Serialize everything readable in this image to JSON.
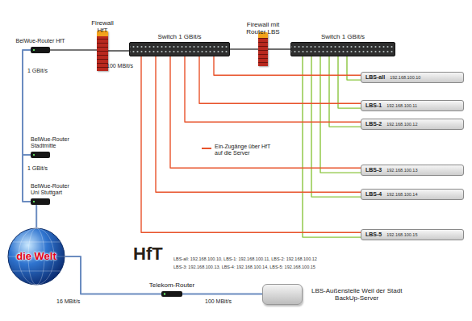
{
  "diagram": {
    "nodes": [
      {
        "text": [
          "HfT"
        ]
      },
      {
        "text": [
          "BelWue-Router HfT"
        ],
        "in": 0
      },
      {
        "text": [
          "Firewall HfT"
        ],
        "in": 0
      },
      {
        "text": [
          "Switch 1 GBit/s"
        ],
        "in": 0
      },
      {
        "text": [
          "Firewall mit Router LBS"
        ],
        "in": 0
      },
      {
        "text": [
          "Switch 1 GBit/s"
        ],
        "in": 0
      },
      {
        "text": [
          "LBS-all",
          "192.168.100.10"
        ],
        "in": 0
      },
      {
        "text": [
          "LBS-1",
          "192.168.100.11"
        ],
        "in": 0
      },
      {
        "text": [
          "LBS-2",
          "192.168.100.12"
        ],
        "in": 0
      },
      {
        "text": [
          "LBS-3",
          "192.168.100.13"
        ],
        "in": 0
      },
      {
        "text": [
          "LBS-4",
          "192.168.100.14"
        ],
        "in": 0
      },
      {
        "text": [
          "LBS-5",
          "192.168.100.15"
        ],
        "in": 0
      },
      {
        "text": [
          "BelWue-Router Stadtmitte"
        ]
      },
      {
        "text": [
          "BelWue-Router Uni Stuttgart"
        ]
      },
      {
        "text": [
          "die Welt"
        ]
      },
      {
        "text": [
          "Telekom-Router"
        ]
      },
      {
        "text": [
          "LBS-Außenstelle Weil der Stadt",
          "BackUp-Server"
        ]
      }
    ],
    "edges": [
      {
        "from": 1,
        "to": 2,
        "arrow": "none"
      },
      {
        "from": 2,
        "to": 3,
        "label": "100 MBit/s",
        "arrow": "none"
      },
      {
        "from": 3,
        "to": 4,
        "arrow": "none"
      },
      {
        "from": 4,
        "to": 5,
        "arrow": "none"
      },
      {
        "from": 5,
        "to": 6,
        "arrow": "none"
      },
      {
        "from": 5,
        "to": 7,
        "arrow": "none"
      },
      {
        "from": 5,
        "to": 8,
        "arrow": "none"
      },
      {
        "from": 5,
        "to": 9,
        "arrow": "none"
      },
      {
        "from": 5,
        "to": 10,
        "arrow": "none"
      },
      {
        "from": 5,
        "to": 11,
        "arrow": "none"
      },
      {
        "from": 3,
        "to": 6,
        "arrow": "none"
      },
      {
        "from": 3,
        "to": 7,
        "arrow": "none"
      },
      {
        "from": 3,
        "to": 8,
        "arrow": "none"
      },
      {
        "from": 3,
        "to": 9,
        "arrow": "none"
      },
      {
        "from": 3,
        "to": 10,
        "arrow": "none"
      },
      {
        "from": 3,
        "to": 11,
        "arrow": "none"
      },
      {
        "from": 1,
        "to": 12,
        "label": "1 GBit/s",
        "arrow": "none"
      },
      {
        "from": 12,
        "to": 13,
        "label": "1 GBit/s",
        "arrow": "none"
      },
      {
        "from": 13,
        "to": 14,
        "arrow": "none"
      },
      {
        "from": 14,
        "to": 15,
        "label": "16 MBit/s",
        "arrow": "none"
      },
      {
        "from": 15,
        "to": 16,
        "label": "100 MBit/s",
        "arrow": "none"
      }
    ],
    "labels": [
      "LBS-all: 192.168.100.10, LBS-1: 192.168.100.11, LBS-2: 192.168.100.12",
      "LBS-3: 192.168.100.13, LBS-4: 192.168.100.14, LBS-5: 192.168.100.15"
    ],
    "legend": [
      {
        "text": "Ein-Zugänge über HfT auf die Server"
      }
    ]
  }
}
